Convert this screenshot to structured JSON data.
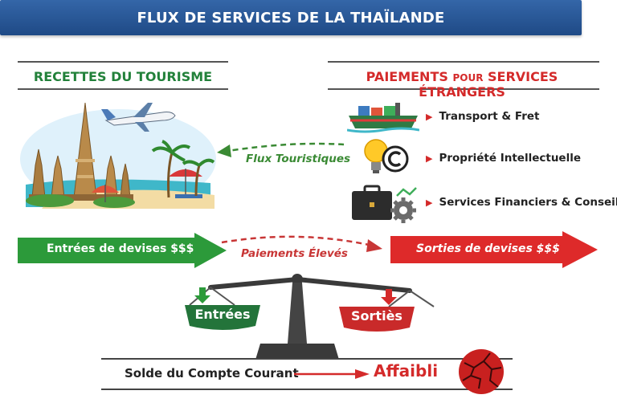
{
  "title": "FLUX DE SERVICES DE LA THAÏLANDE",
  "left_section": {
    "title": "RECETTES DU TOURISME"
  },
  "right_section": {
    "title_main_1": "PAIEMENTS",
    "title_small": "POUR",
    "title_main_2": "SERVICES ÉTRANGERS",
    "items": [
      {
        "label": "Transport & Fret",
        "icon": "cargo-ship-icon"
      },
      {
        "label": "Propriété Intellectuelle",
        "icon": "lightbulb-copyright-icon"
      },
      {
        "label": "Services Financiers & Conseils",
        "icon": "briefcase-gear-icon"
      }
    ]
  },
  "flows": {
    "tourist_flow": "Flux Touristiques",
    "inflow": "Entrées de devises $$$",
    "high_payments": "Paiements Élevés",
    "outflow": "Sorties de devises $$$"
  },
  "scale": {
    "left_pan": "Entrées",
    "right_pan": "Sortiès"
  },
  "balance": {
    "label": "Solde du Compte Courant",
    "status": "Affaibli"
  },
  "colors": {
    "banner": "#2a5a9a",
    "green": "#22813a",
    "red": "#d42a2a",
    "dark": "#444444"
  }
}
